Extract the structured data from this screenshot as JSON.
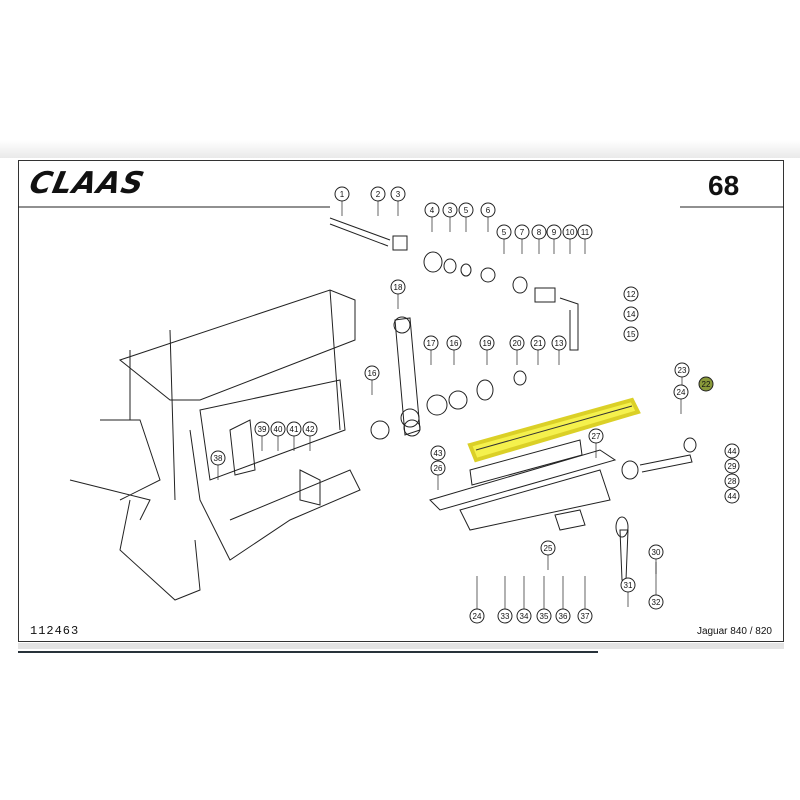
{
  "header": {
    "logo": "CLAAS",
    "page_number": "68"
  },
  "footer": {
    "drawing_number": "112463",
    "model": "Jaguar 840 / 820"
  },
  "highlight": {
    "color": "#f5f03a",
    "part_number": "22",
    "part_marker_color": "#8a9a3a"
  },
  "callouts": [
    "1",
    "2",
    "3",
    "4",
    "3",
    "5",
    "6",
    "5",
    "7",
    "8",
    "9",
    "10",
    "11",
    "12",
    "14",
    "15",
    "18",
    "17",
    "16",
    "19",
    "20",
    "21",
    "13",
    "23",
    "22",
    "24",
    "16",
    "39",
    "40",
    "41",
    "42",
    "38",
    "43",
    "27",
    "26",
    "44",
    "29",
    "28",
    "44",
    "25",
    "30",
    "31",
    "32",
    "24",
    "33",
    "34",
    "35",
    "36",
    "37"
  ]
}
